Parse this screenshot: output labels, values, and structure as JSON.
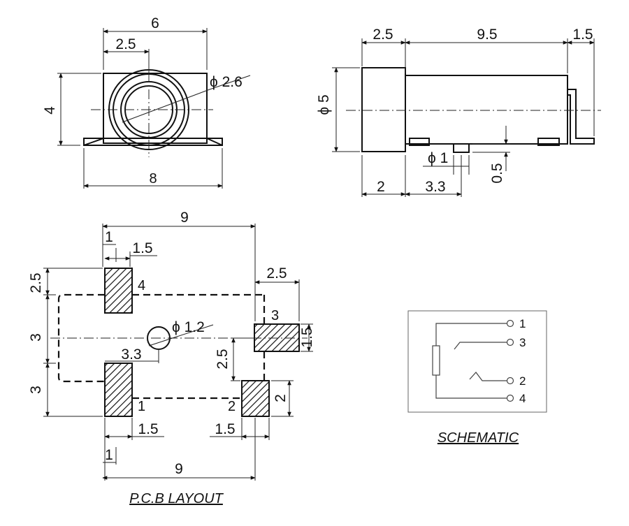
{
  "front_view": {
    "width": "6",
    "offset": "2.5",
    "hole_dia": "ϕ 2.6",
    "height": "4",
    "footprint": "8"
  },
  "side_view": {
    "cap_len": "2.5",
    "body_len": "9.5",
    "lead_len": "1.5",
    "body_dia": "ϕ 5",
    "peg_dia": "ϕ 1",
    "peg_ht": "0.5",
    "front_gap": "2",
    "peg_pos": "3.3"
  },
  "pcb_layout": {
    "caption": "P.C.B LAYOUT",
    "top_width": "9",
    "bottom_width": "9",
    "top_pad_off": "1",
    "top_pad_w": "1.5",
    "bot_pad_off": "1",
    "bot_pad1_w": "1.5",
    "bot_pad2_w": "1.5",
    "left_top": "2.5",
    "left_mid": "3",
    "left_bot": "3",
    "right_pad_off": "2.5",
    "right_pad_h": "1.5",
    "center_hole": "ϕ 1.2",
    "hole_pos": "3.3",
    "pad3_drop": "2.5",
    "pad2_h": "2",
    "pins": [
      "4",
      "3",
      "1",
      "2"
    ]
  },
  "schematic": {
    "caption": "SCHEMATIC",
    "pins": [
      "1",
      "3",
      "2",
      "4"
    ]
  }
}
